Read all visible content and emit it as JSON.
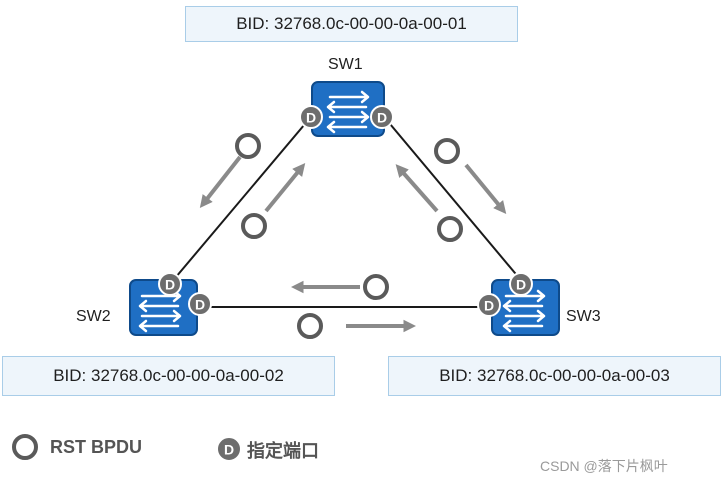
{
  "switches": {
    "sw1": {
      "name": "SW1",
      "bid": "BID: 32768.0c-00-00-0a-00-01"
    },
    "sw2": {
      "name": "SW2",
      "bid": "BID: 32768.0c-00-00-0a-00-02"
    },
    "sw3": {
      "name": "SW3",
      "bid": "BID: 32768.0c-00-00-0a-00-03"
    }
  },
  "port_marker": "D",
  "legend": {
    "bpdu_label": "RST BPDU",
    "designated_marker": "D",
    "designated_label": "指定端口"
  },
  "watermark": "CSDN @落下片枫叶",
  "colors": {
    "switch_blue": "#1f6fc4",
    "port_grey": "#6d6d6d",
    "arrow_grey": "#8a8a8a",
    "box_fill": "#eef5fb",
    "box_border": "#a9cde8"
  }
}
